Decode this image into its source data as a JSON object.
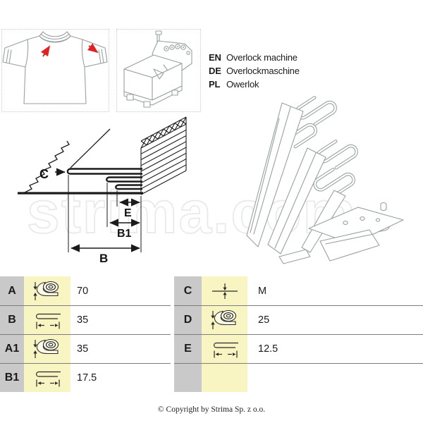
{
  "watermark": {
    "text": "strima.com"
  },
  "header": {
    "product_images": [
      {
        "name": "t-shirt-with-hem-arrows"
      },
      {
        "name": "overlock-machine-drawing"
      }
    ],
    "languages": [
      {
        "code": "EN",
        "name": "Overlock machine"
      },
      {
        "code": "DE",
        "name": "Overlockmaschine"
      },
      {
        "code": "PL",
        "name": "Owerlok"
      }
    ]
  },
  "diagram": {
    "dimension_labels": {
      "c": "C",
      "e": "E",
      "b1": "B1",
      "b": "B"
    }
  },
  "spec_table": {
    "left_rows": [
      {
        "label": "A",
        "icon": "tape-roll-width",
        "value": "70"
      },
      {
        "label": "B",
        "icon": "folded-tape-width",
        "value": "35"
      },
      {
        "label": "A1",
        "icon": "tape-roll-width",
        "value": "35"
      },
      {
        "label": "B1",
        "icon": "folded-tape-width",
        "value": "17.5"
      }
    ],
    "right_rows": [
      {
        "label": "C",
        "icon": "material-thickness",
        "value": "M"
      },
      {
        "label": "D",
        "icon": "tape-roll-width",
        "value": "25"
      },
      {
        "label": "E",
        "icon": "folded-tape-width",
        "value": "12.5"
      },
      {
        "label": "",
        "icon": "",
        "value": ""
      }
    ]
  },
  "footer": {
    "copyright": "© Copyright by Strima Sp. z o.o."
  },
  "colors": {
    "label_column_bg": "#c9c9ca",
    "icon_column_bg": "#f9f5c3",
    "table_line": "#7d7d7d",
    "accent_red": "#e02222",
    "drawing_gray": "#98a0a2",
    "diagram_black": "#1a1a1a",
    "watermark_gray": "#e9e9e9"
  }
}
